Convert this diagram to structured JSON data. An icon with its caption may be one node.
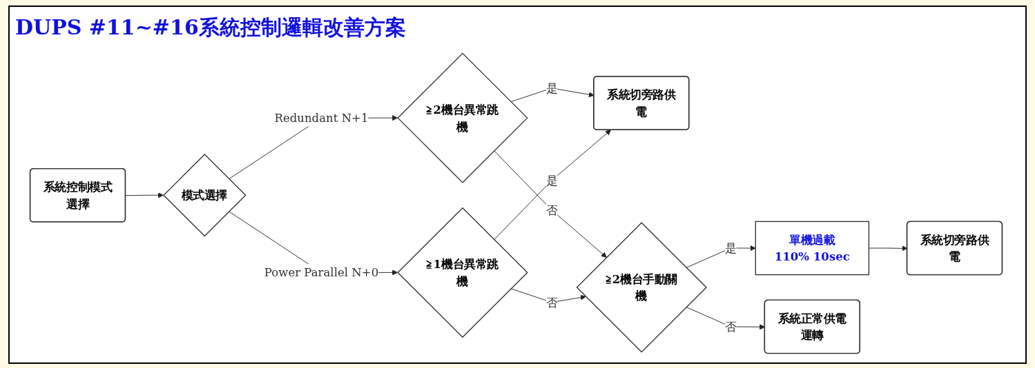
{
  "diagram": {
    "title": "DUPS #11~#16系統控制邏輯改善方案",
    "nodes": [
      {
        "text": [
          "系統控制模式選擇"
        ]
      },
      {
        "text": [
          "模式選擇"
        ]
      },
      {
        "text": [
          "≧2機台異常跳機"
        ]
      },
      {
        "text": [
          "系統切旁路供電"
        ]
      },
      {
        "text": [
          "≧1機台異常跳機"
        ]
      },
      {
        "text": [
          "≧2機台手動關機"
        ]
      },
      {
        "text": [
          "單機過載",
          "110% 10sec"
        ]
      },
      {
        "text": [
          "系統正常供電運轉"
        ]
      },
      {
        "text": [
          "系統切旁路供電"
        ]
      }
    ],
    "edges": [
      {
        "from": 0,
        "to": 1,
        "arrow": "to"
      },
      {
        "from": 1,
        "to": 2,
        "arrow": "to",
        "label": "Redundant N+1"
      },
      {
        "from": 1,
        "to": 4,
        "arrow": "to",
        "label": "Power Parallel N+0"
      },
      {
        "from": 2,
        "to": 3,
        "arrow": "to",
        "label": "是"
      },
      {
        "from": 4,
        "to": 3,
        "arrow": "to",
        "label": "是"
      },
      {
        "from": 2,
        "to": 5,
        "arrow": "to",
        "label": "否"
      },
      {
        "from": 4,
        "to": 5,
        "arrow": "to",
        "label": "否"
      },
      {
        "from": 5,
        "to": 6,
        "arrow": "to",
        "label": "是"
      },
      {
        "from": 5,
        "to": 7,
        "arrow": "to",
        "label": "否"
      },
      {
        "from": 6,
        "to": 8,
        "arrow": "to"
      }
    ]
  }
}
